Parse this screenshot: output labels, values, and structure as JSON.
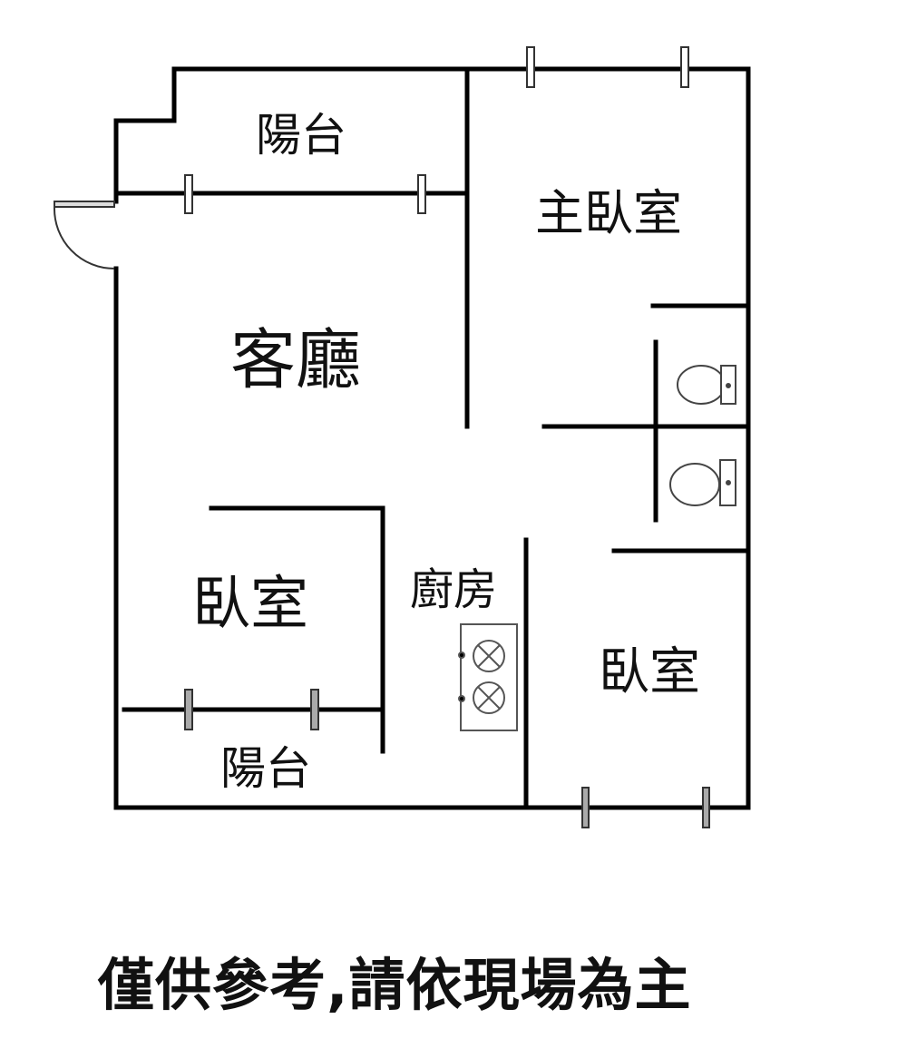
{
  "rooms": {
    "balcony_top": "陽台",
    "master_bedroom": "主臥室",
    "living_room": "客廳",
    "bedroom_left": "臥室",
    "kitchen": "廚房",
    "bedroom_right": "臥室",
    "balcony_bottom": "陽台"
  },
  "disclaimer": "僅供參考,請依現場為主",
  "colors": {
    "wall": "#000000",
    "fixture": "#444444",
    "window_marker": "#888888"
  }
}
